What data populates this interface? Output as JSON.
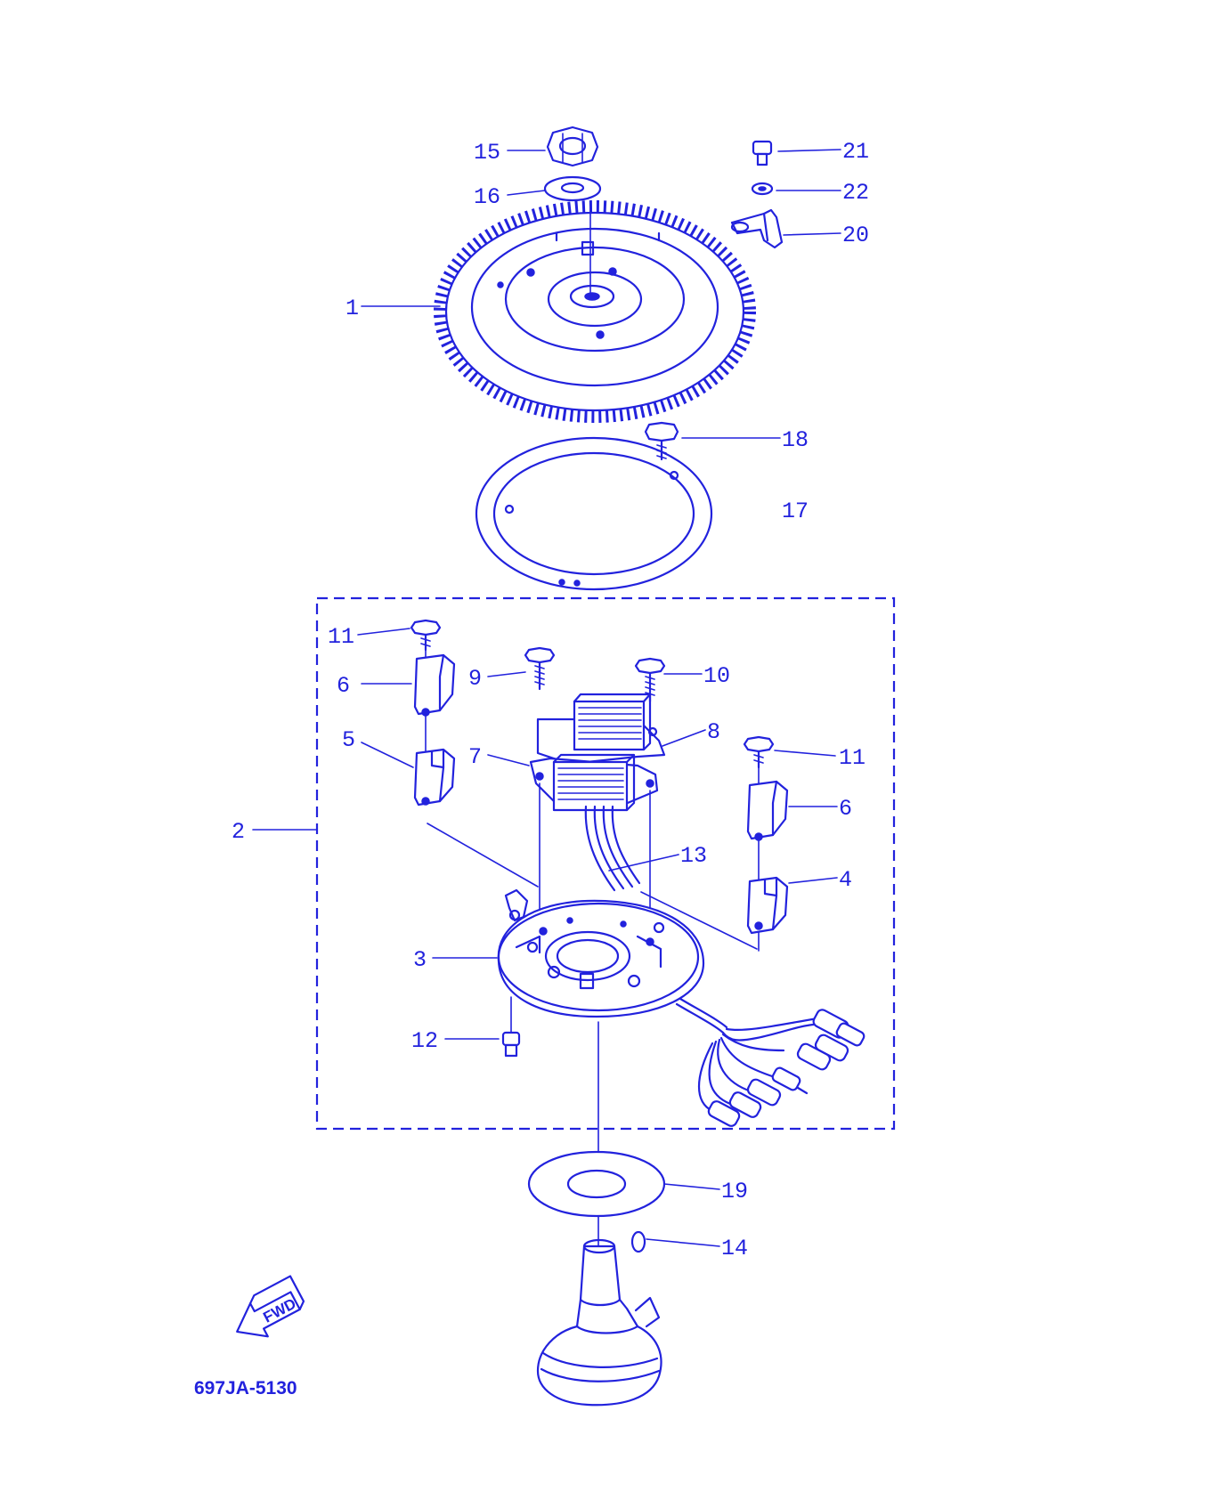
{
  "diagram": {
    "part_code": "697JA-5130",
    "direction_label": "FWD",
    "callouts": {
      "c1": "1",
      "c2": "2",
      "c3": "3",
      "c4": "4",
      "c5": "5",
      "c6a": "6",
      "c6b": "6",
      "c7": "7",
      "c8": "8",
      "c9": "9",
      "c10": "10",
      "c11a": "11",
      "c11b": "11",
      "c12": "12",
      "c13": "13",
      "c14": "14",
      "c15": "15",
      "c16": "16",
      "c17": "17",
      "c18": "18",
      "c19": "19",
      "c20": "20",
      "c21": "21",
      "c22": "22"
    }
  },
  "colors": {
    "ink": "#2222dd",
    "background": "#ffffff"
  }
}
